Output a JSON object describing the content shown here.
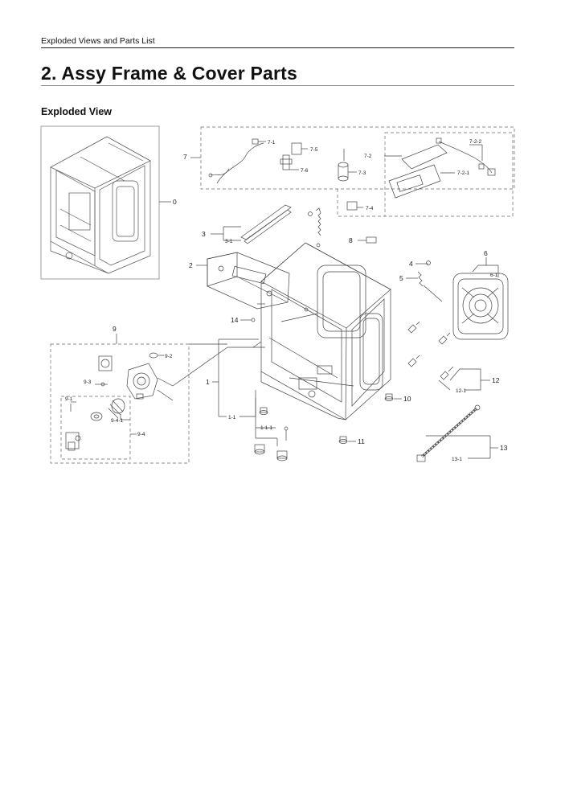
{
  "header": {
    "text": "Exploded Views and Parts List"
  },
  "page_title": "2.  Assy Frame & Cover Parts",
  "section_title": "Exploded View",
  "callouts": {
    "c0": "0",
    "c1": "1",
    "c1_1": "1-1",
    "c1_1_1": "1-1-1",
    "c2": "2",
    "c3": "3",
    "c3_1": "3-1",
    "c4": "4",
    "c5": "5",
    "c6": "6",
    "c6_1": "6-1",
    "c7": "7",
    "c7_1": "7-1",
    "c7_2": "7-2",
    "c7_2_1": "7-2-1",
    "c7_2_2": "7-2-2",
    "c7_3": "7-3",
    "c7_4": "7-4",
    "c7_5": "7-5",
    "c7_6": "7-6",
    "c8": "8",
    "c9": "9",
    "c9_1": "9-1",
    "c9_2": "9-2",
    "c9_3": "9-3",
    "c9_4": "9-4",
    "c9_4_1": "9-4-1",
    "c10": "10",
    "c11": "11",
    "c12": "12",
    "c12_1": "12-1",
    "c13": "13",
    "c13_1": "13-1",
    "c14": "14"
  }
}
